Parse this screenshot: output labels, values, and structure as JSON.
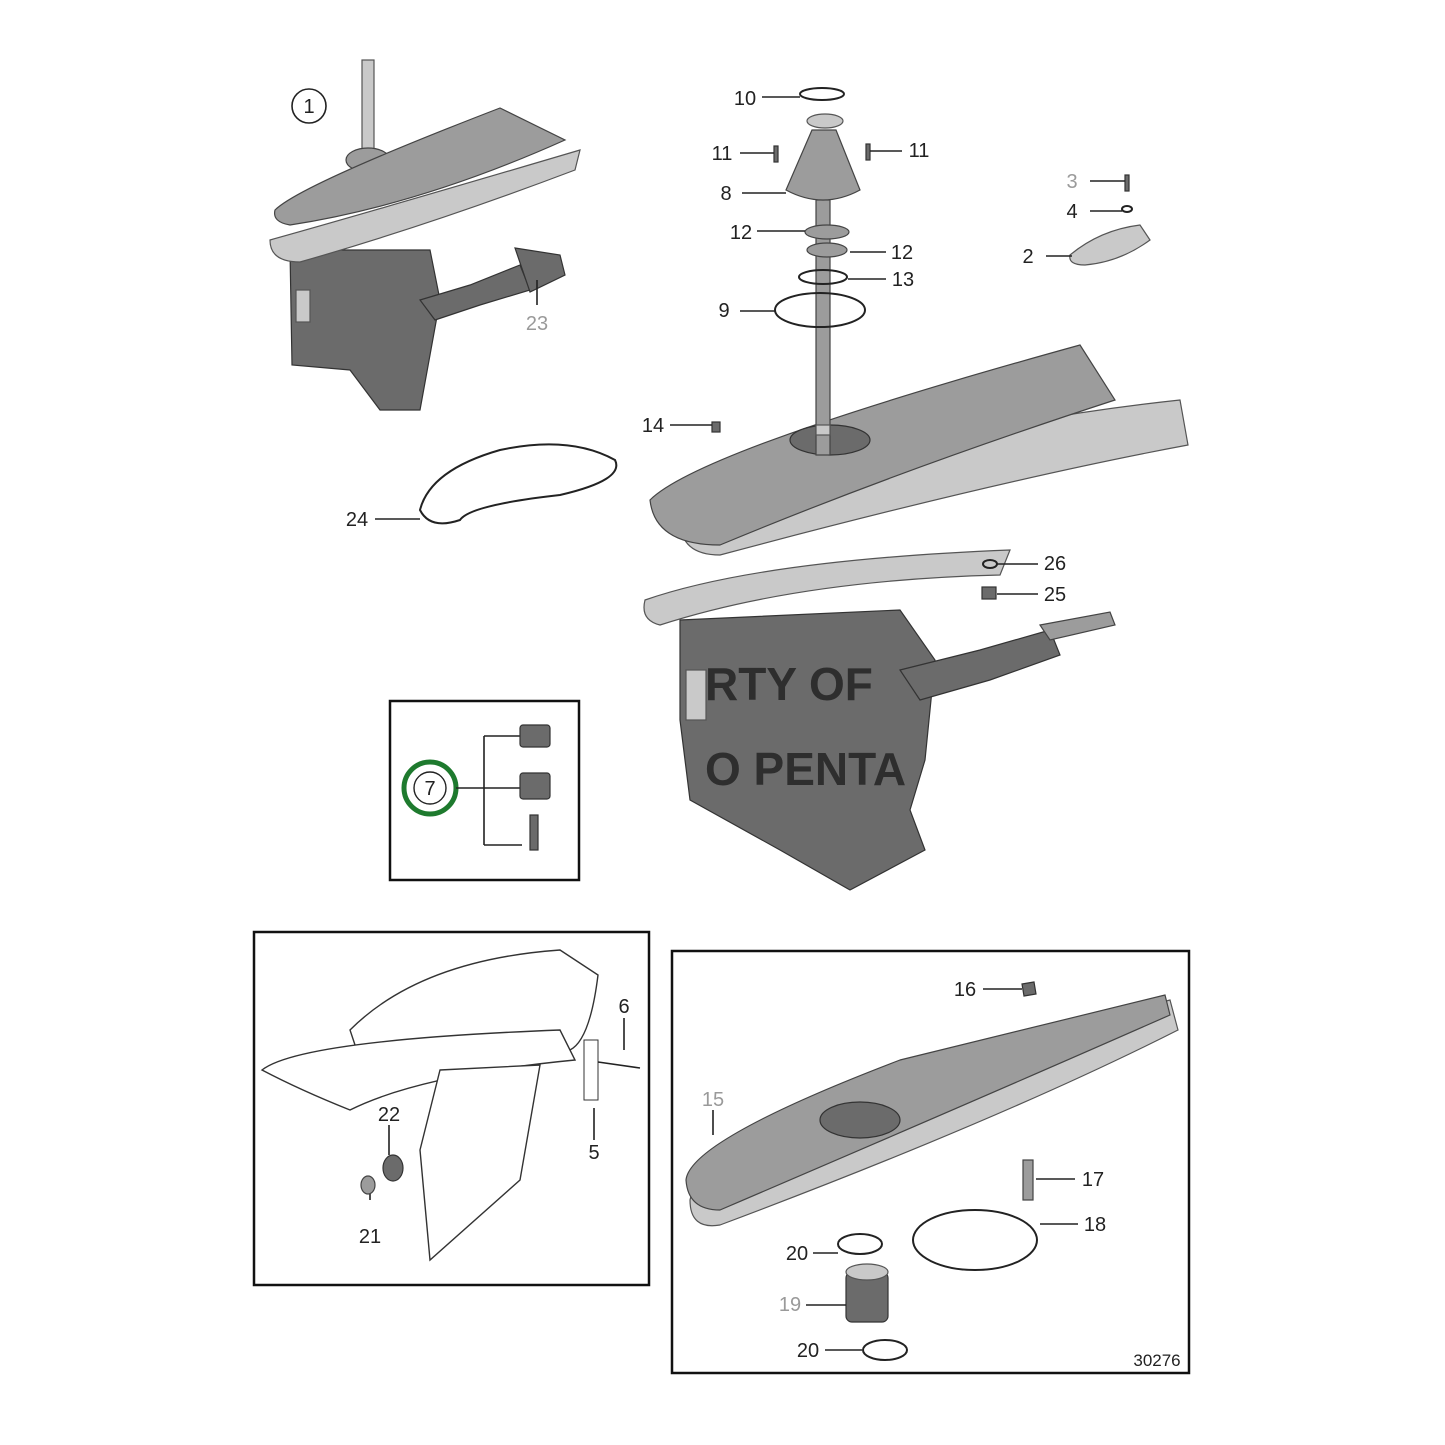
{
  "diagram": {
    "figure_number": "30276",
    "watermark": [
      "RTY OF",
      "O PENTA"
    ],
    "callouts": {
      "c1": "1",
      "c2": "2",
      "c3": "3",
      "c4": "4",
      "c5": "5",
      "c6": "6",
      "c7": "7",
      "c8": "8",
      "c9": "9",
      "c10": "10",
      "c11a": "11",
      "c11b": "11",
      "c12a": "12",
      "c12b": "12",
      "c13": "13",
      "c14": "14",
      "c15": "15",
      "c16": "16",
      "c17": "17",
      "c18": "18",
      "c19": "19",
      "c20a": "20",
      "c20b": "20",
      "c21": "21",
      "c22": "22",
      "c23": "23",
      "c24": "24",
      "c25": "25",
      "c26": "26"
    },
    "colors": {
      "highlight_circle": "#1e7a2e",
      "part_body": "#6b6b6b",
      "part_plate": "#9c9c9c"
    }
  }
}
